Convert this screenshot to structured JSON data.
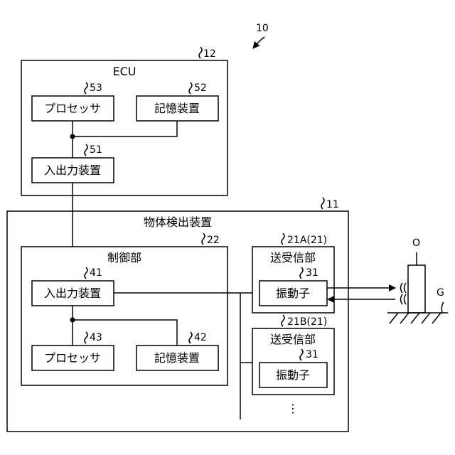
{
  "labels": {
    "system_ref": "10",
    "ecu_ref": "12",
    "ecu_title": "ECU",
    "ecu_processor_ref": "53",
    "ecu_processor": "プロセッサ",
    "ecu_storage_ref": "52",
    "ecu_storage": "記憶装置",
    "ecu_io_ref": "51",
    "ecu_io": "入出力装置",
    "detector_ref": "11",
    "detector_title": "物体検出装置",
    "control_ref": "22",
    "control_title": "制御部",
    "ctrl_io_ref": "41",
    "ctrl_io": "入出力装置",
    "ctrl_processor_ref": "43",
    "ctrl_processor": "プロセッサ",
    "ctrl_storage_ref": "42",
    "ctrl_storage": "記憶装置",
    "trx_a_ref": "21A(21)",
    "trx_a_title": "送受信部",
    "vib_a_ref": "31",
    "vib_a": "振動子",
    "trx_b_ref": "21B(21)",
    "trx_b_title": "送受信部",
    "vib_b_ref": "31",
    "vib_b": "振動子",
    "more": "⋮",
    "object_label": "O",
    "ground_label": "G"
  }
}
